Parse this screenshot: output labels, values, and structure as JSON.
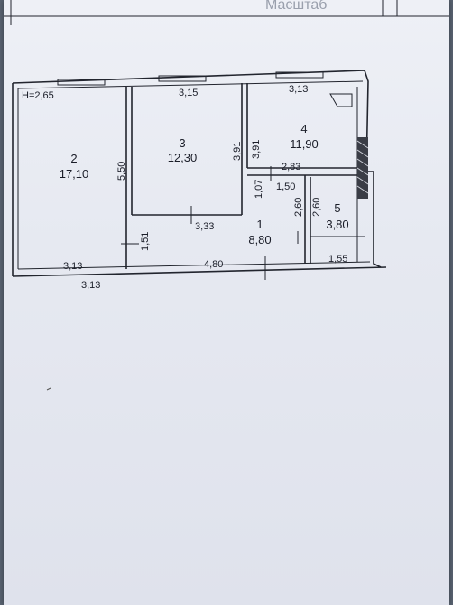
{
  "header": {
    "stamp_text": "Масштаб"
  },
  "plan": {
    "height_label": "H=2,65",
    "rooms": [
      {
        "number": "1",
        "area": "8,80"
      },
      {
        "number": "2",
        "area": "17,10"
      },
      {
        "number": "3",
        "area": "12,30"
      },
      {
        "number": "4",
        "area": "11,90"
      },
      {
        "number": "5",
        "area": "3,80"
      }
    ],
    "dimensions": {
      "room3_top": "3,15",
      "room4_top": "3,13",
      "room2_side": "5,50",
      "room3_side": "3,91",
      "room4_side": "3,91",
      "room4_bottom": "2,83",
      "corridor_top": "1,50",
      "corridor_left": "1,07",
      "corridor_a": "2,60",
      "corridor_b": "2,60",
      "room3_bottom": "3,33",
      "hall_left": "1,51",
      "room2_bottom": "3,13",
      "hall_bottom": "4,80",
      "room5_bottom": "1,55",
      "overall_bottom": "3,13"
    }
  }
}
